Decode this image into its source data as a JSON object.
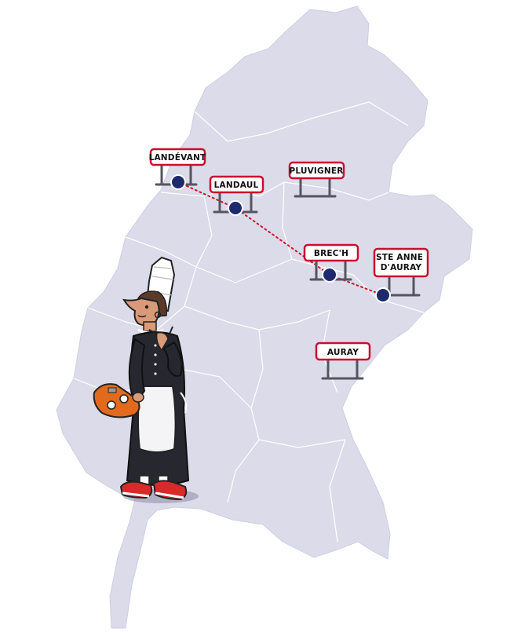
{
  "map": {
    "colors": {
      "land": "#dcdbea",
      "land_edge": "#cfcee2",
      "inner_border": "#ffffff",
      "sign_border": "#c8102e",
      "sign_fill": "#ffffff",
      "post": "#55555f",
      "stop_marker": "#1e2a6e",
      "route": "#d0142c"
    },
    "towns": [
      {
        "id": "landevant",
        "label": [
          "LANDÉVANT"
        ],
        "on_route": true
      },
      {
        "id": "landaul",
        "label": [
          "LANDAUL"
        ],
        "on_route": true
      },
      {
        "id": "pluvigner",
        "label": [
          "PLUVIGNER"
        ],
        "on_route": false
      },
      {
        "id": "brech",
        "label": [
          "BREC'H"
        ],
        "on_route": true
      },
      {
        "id": "ste-anne-dauray",
        "label": [
          "STE ANNE",
          "D'AURAY"
        ],
        "on_route": true
      },
      {
        "id": "auray",
        "label": [
          "AURAY"
        ],
        "on_route": false
      }
    ],
    "route": {
      "style": "dotted",
      "stops": [
        "landevant",
        "landaul",
        "brech",
        "ste-anne-dauray"
      ]
    },
    "mascot": {
      "description_icon": "breton-woman-skateboard-illustration"
    }
  }
}
